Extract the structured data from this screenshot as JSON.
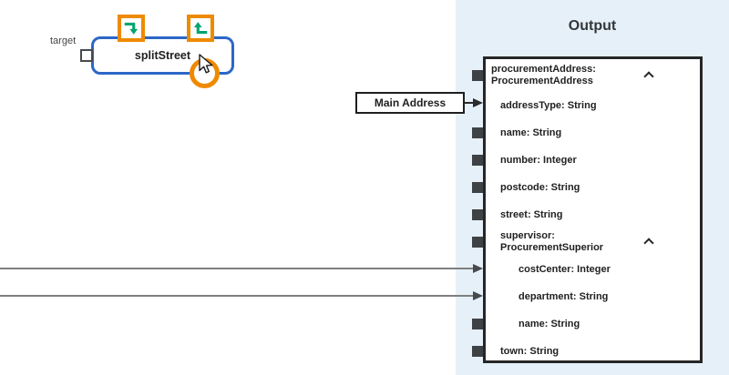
{
  "canvas": {
    "target_label": "target",
    "node": {
      "label": "splitStreet"
    }
  },
  "icons": {
    "turn_down_arrow": "green arrow turning right-then-down in orange square",
    "turn_up_arrow": "green arrow turning left-then-up in orange square",
    "collapse_chevron": "chevron-up",
    "pointer_highlight": "mouse pointer inside orange ring"
  },
  "colors": {
    "accent_orange": "#ee8a00",
    "accent_green": "#00a571",
    "node_blue": "#2c67c7",
    "panel_background": "#e6f0f8",
    "mapping_line_gray": "#7f7f7f"
  },
  "mapping": {
    "annotation_label": "Main Address"
  },
  "output_panel": {
    "title": "Output",
    "fields": [
      {
        "name": "procurementAddress",
        "type": "ProcurementAddress",
        "level": 0,
        "connector": "square",
        "collapsible": true,
        "two_line": true
      },
      {
        "name": "addressType",
        "type": "String",
        "level": 1,
        "connector": "arrow",
        "collapsible": false,
        "two_line": false
      },
      {
        "name": "name",
        "type": "String",
        "level": 1,
        "connector": "square",
        "collapsible": false,
        "two_line": false
      },
      {
        "name": "number",
        "type": "Integer",
        "level": 1,
        "connector": "square",
        "collapsible": false,
        "two_line": false
      },
      {
        "name": "postcode",
        "type": "String",
        "level": 1,
        "connector": "square",
        "collapsible": false,
        "two_line": false
      },
      {
        "name": "street",
        "type": "String",
        "level": 1,
        "connector": "square",
        "collapsible": false,
        "two_line": false
      },
      {
        "name": "supervisor",
        "type": "ProcurementSuperior",
        "level": 1,
        "connector": "square",
        "collapsible": true,
        "two_line": true
      },
      {
        "name": "costCenter",
        "type": "Integer",
        "level": 2,
        "connector": "arrow",
        "collapsible": false,
        "two_line": false
      },
      {
        "name": "department",
        "type": "String",
        "level": 2,
        "connector": "arrow",
        "collapsible": false,
        "two_line": false
      },
      {
        "name": "name",
        "type": "String",
        "level": 2,
        "connector": "square",
        "collapsible": false,
        "two_line": false
      },
      {
        "name": "town",
        "type": "String",
        "level": 1,
        "connector": "square",
        "collapsible": false,
        "two_line": false
      }
    ]
  }
}
